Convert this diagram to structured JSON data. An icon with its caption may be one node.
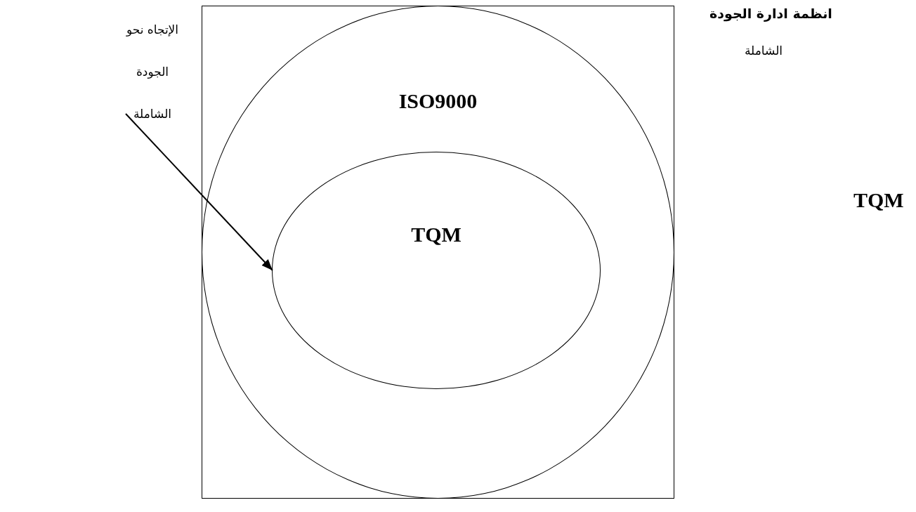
{
  "diagram": {
    "nodes": [
      {
        "text": [],
        "shape": "box"
      },
      {
        "text": [
          "ISO9000"
        ],
        "in": 0
      },
      {
        "text": [
          "TQM"
        ],
        "in": 1
      },
      {
        "text": [
          "الإتجاه نحو الجودة الشاملة"
        ]
      }
    ],
    "edges": [
      {
        "from": 3,
        "to": 2,
        "arrow": "to"
      }
    ],
    "labels": [
      "انظمة ادارة الجودة",
      "الشاملة",
      "TQM"
    ]
  }
}
